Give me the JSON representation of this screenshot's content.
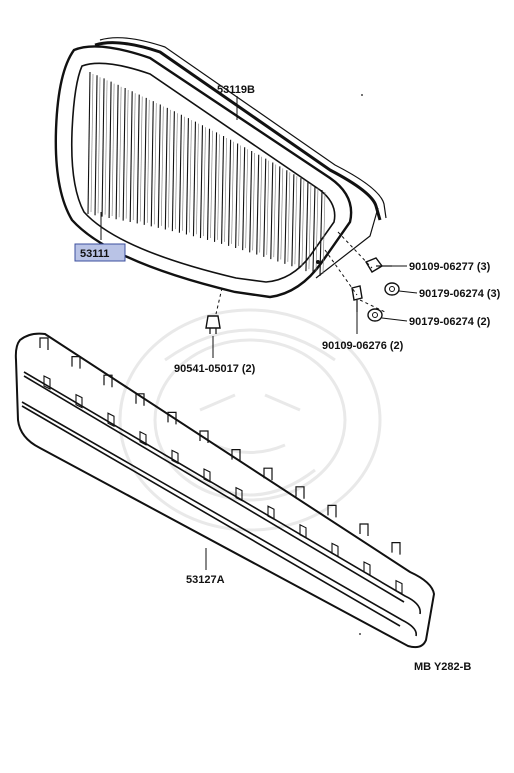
{
  "parts": {
    "grille": "53111",
    "molding": "53119B",
    "lower_grille": "53127A",
    "screw_a": "90109-06277 (3)",
    "nut_a": "90179-06274 (3)",
    "nut_b": "90179-06274 (2)",
    "screw_b": "90109-06276 (2)",
    "clip": "90541-05017 (2)"
  },
  "diagram_ref": "MB Y282-B"
}
